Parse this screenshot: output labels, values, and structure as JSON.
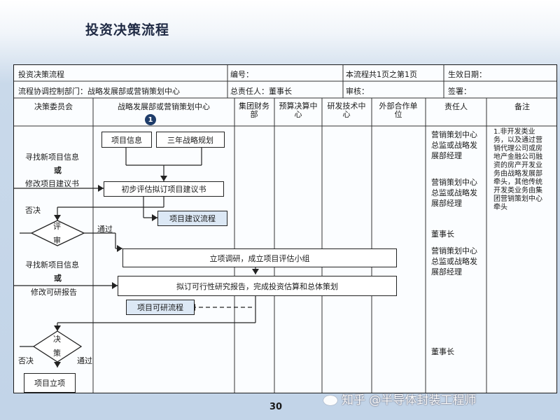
{
  "slide": {
    "title": "投资决策流程",
    "page_number": "30"
  },
  "watermark": "知乎 @半导体封装工程师",
  "header": {
    "row1": [
      "投资决策流程",
      "编号：",
      "本流程共1页之第1页",
      "生效日期："
    ],
    "row2": [
      "流程协调控制部门：战略发展部或营销策划中心",
      "总责任人：董事长",
      "审核：",
      "签署："
    ]
  },
  "columns": [
    "决策委员会",
    "战略发展部或营销策划中心",
    "集团财务部",
    "预算决算中心",
    "研发技术中心",
    "外部合作单位",
    "责任人",
    "备注"
  ],
  "badge": "1",
  "boxes": {
    "project_info": "项目信息",
    "three_year_plan": "三年战略规划",
    "preliminary": "初步评估拟订项目建议书",
    "proposal_process": "项目建议流程",
    "setup_team": "立项调研，成立项目评估小组",
    "feasibility": "拟订可行性研究报告，完成投资估算和总体策划",
    "feasibility_process": "项目可研流程",
    "approve_project": "项目立项"
  },
  "labels": {
    "find_new_1": "寻找新项目信息",
    "or_1": "或",
    "modify_proposal": "修改项目建议书",
    "reject_1": "否决",
    "review_1": "评",
    "review_2": "审",
    "pass_1": "通过",
    "find_new_2": "寻找新项目信息",
    "or_2": "或",
    "modify_report": "修改可研报告",
    "decide_1": "决",
    "decide_2": "策",
    "reject_2": "否决",
    "pass_2": "通过"
  },
  "responsible": {
    "r1": "营销策划中心总监或战略发展部经理",
    "r2": "营销策划中心总监或战略发展部经理",
    "r3": "董事长",
    "r4": "营销策划中心总监或战略发展部经理",
    "r5": "董事长"
  },
  "remark": "1.非开发类业务，以及通过营销代理公司或房地产金融公司融资的房产开发业务由战略发展部牵头，其他传统开发类业务由集团营销策划中心牵头"
}
